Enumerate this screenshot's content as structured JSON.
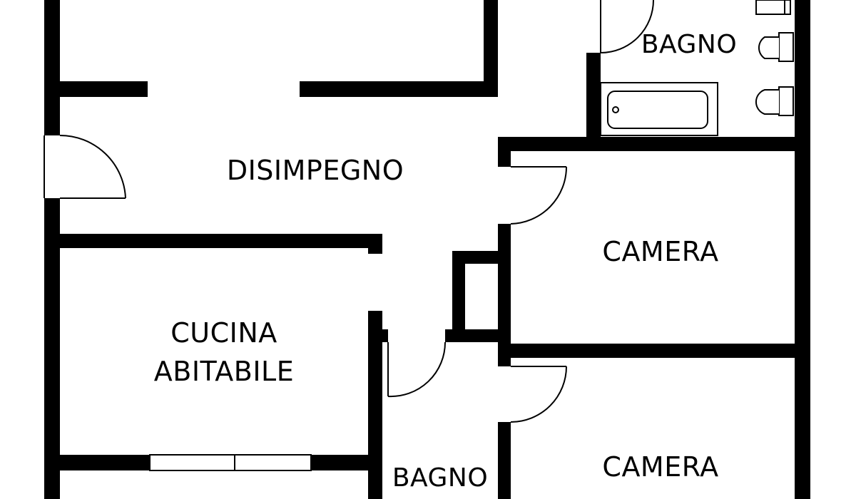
{
  "rooms": {
    "bagno_top": {
      "label": "BAGNO"
    },
    "disimpegno": {
      "label": "DISIMPEGNO"
    },
    "camera_1": {
      "label": "CAMERA"
    },
    "cucina": {
      "label_line1": "CUCINA",
      "label_line2": "ABITABILE"
    },
    "camera_2": {
      "label": "CAMERA"
    },
    "bagno_bottom": {
      "label": "BAGNO"
    }
  },
  "colors": {
    "wall": "#000000",
    "background": "#ffffff",
    "fixture_stroke": "#000000"
  }
}
